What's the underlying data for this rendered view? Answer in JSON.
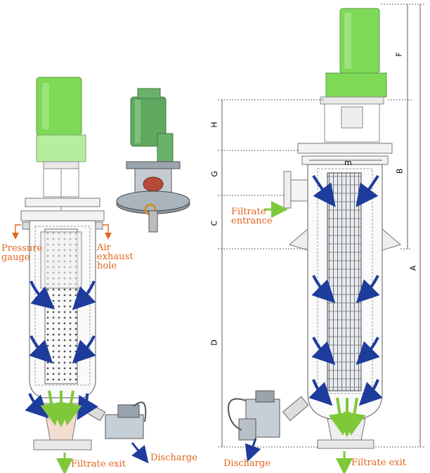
{
  "labels": {
    "pressure_gauge": "Pressure\ngauge",
    "air_exhaust_hole": "Air\nexhaust\nhole",
    "discharge_left": "Discharge",
    "filtrate_exit_left": "Filtrate exit",
    "filtrate_entrance": "Filtrate\nentrance",
    "discharge_right": "Discharge",
    "filtrate_exit_right": "Filtrate exit"
  },
  "dimensions": {
    "A": "A",
    "B": "B",
    "C": "C",
    "D": "D",
    "F": "F",
    "G": "G",
    "H": "H",
    "m": "m"
  },
  "colors": {
    "motor_green": "#7ed957",
    "motor_green_light": "#b6eea0",
    "flow_arrow_blue": "#1e3c9c",
    "outlet_arrow_green": "#7fc83a",
    "label_orange": "#e0641c",
    "outline": "#777777"
  }
}
